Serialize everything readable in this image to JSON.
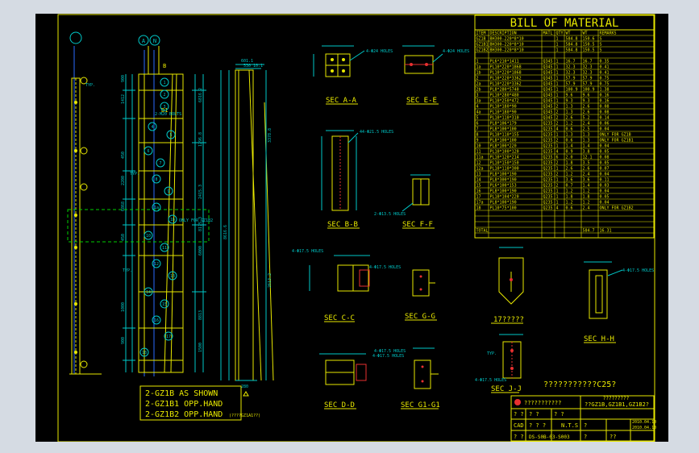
{
  "colors": {
    "background": "#000000",
    "frame": "#e8e800",
    "dimension": "#00c8c8",
    "geometry": "#e8e800",
    "bolts": "#e83030",
    "hidden": "#00d000",
    "markers": "#2a6cff",
    "outer_bg": "#d5dbe3"
  },
  "bom": {
    "title": "BILL  OF  MATERIAL",
    "headers": [
      "ITEM",
      "DESCRIPTION",
      "MATL",
      "QTY",
      "WT",
      "WT",
      "REMARKS"
    ],
    "rows": [
      [
        "GZ1B",
        "BH300-220*8*10",
        "",
        "1",
        "584.8",
        "150.6",
        "S"
      ],
      [
        "GZ1B1",
        "BH300-220*8*10",
        "",
        "1",
        "584.8",
        "150.5",
        "S"
      ],
      [
        "GZ1B2",
        "BH300-220*8*10",
        "",
        "1",
        "584.8",
        "150.5",
        "S"
      ],
      [
        "",
        "",
        "",
        "",
        "",
        "",
        ""
      ],
      [
        "1",
        "PL6*210*1411",
        "Q345",
        "1",
        "16.7",
        "16.7",
        "0.35"
      ],
      [
        "1a",
        "PL10*220*1868",
        "Q345",
        "1",
        "32.3",
        "32.3",
        "0.41"
      ],
      [
        "1b",
        "PL10*220*1868",
        "Q345",
        "1",
        "32.3",
        "32.3",
        "0.41"
      ],
      [
        "2",
        "PL10*220*3362",
        "Q345",
        "1",
        "57.9",
        "57.9",
        "0.75"
      ],
      [
        "2a",
        "PL10*220*3362",
        "Q345",
        "1",
        "57.9",
        "57.9",
        "0.75"
      ],
      [
        "2b",
        "PL8*280*5740",
        "Q345",
        "1",
        "100.9",
        "100.9",
        "1.38"
      ],
      [
        "3",
        "PL10*280*480",
        "Q345",
        "1",
        "9.6",
        "9.6",
        "0.16"
      ],
      [
        "3a",
        "PL10*250*472",
        "Q345",
        "1",
        "9.3",
        "9.3",
        "0.16"
      ],
      [
        "4",
        "PL10*180*90",
        "Q345",
        "2",
        "1.3",
        "2.6",
        "0.08"
      ],
      [
        "4a",
        "PL10*180*90",
        "Q345",
        "2",
        "1.3",
        "2.6",
        "0.08"
      ],
      [
        "5",
        "PL10*110*310",
        "Q345",
        "2",
        "2.6",
        "5.2",
        "0.14"
      ],
      [
        "6",
        "PL8*106*179",
        "Q235",
        "2",
        "1.2",
        "2.4",
        "0.06"
      ],
      [
        "7",
        "PL8*100*100",
        "Q235",
        "4",
        "0.6",
        "2.5",
        "0.04"
      ],
      [
        "8",
        "PL10*110*155",
        "Q235",
        "1",
        "1.3",
        "1.3",
        "ONLY FOR GZ1B"
      ],
      [
        "9",
        "PL8*100*100",
        "Q235",
        "2",
        "0.6",
        "1.3",
        "ONLY FOR GZ1B1"
      ],
      [
        "10",
        "PL8*100*220",
        "Q235",
        "1",
        "1.4",
        "1.4",
        "0.04"
      ],
      [
        "11",
        "PL10*100*120",
        "Q235",
        "4",
        "0.9",
        "3.8",
        "0.05"
      ],
      [
        "11a",
        "PL10*120*214",
        "Q235",
        "6",
        "2.0",
        "12.1",
        "0.08"
      ],
      [
        "12",
        "PL10*150*150",
        "Q235",
        "2",
        "1.8",
        "3.5",
        "0.05"
      ],
      [
        "12a",
        "PL10*110*300",
        "Q235",
        "1",
        "2.6",
        "2.6",
        "0.07"
      ],
      [
        "13",
        "PL8*100*190",
        "Q235",
        "2",
        "1.2",
        "2.4",
        "0.04"
      ],
      [
        "14",
        "PL8*300*190",
        "Q235",
        "1",
        "3.6",
        "3.6",
        "0.11"
      ],
      [
        "15",
        "PL6*100*153",
        "Q235",
        "2",
        "0.7",
        "1.4",
        "0.03"
      ],
      [
        "16",
        "PL8*100*190",
        "Q235",
        "1",
        "1.2",
        "1.2",
        "0.04"
      ],
      [
        "17",
        "PL10*104*220",
        "Q235",
        "1",
        "1.8",
        "1.8",
        "0.05"
      ],
      [
        "17a",
        "PL8*100*190",
        "Q235",
        "1",
        "1.2",
        "1.2",
        "0.04"
      ],
      [
        "18",
        "PL10*75*100",
        "Q235",
        "4",
        "0.6",
        "2.4",
        "ONLY FOR GZ1B2"
      ],
      [
        "",
        "",
        "",
        "",
        "",
        "",
        ""
      ],
      [
        "",
        "",
        "",
        "",
        "",
        "",
        ""
      ],
      [
        "",
        "",
        "",
        "",
        "",
        "",
        ""
      ],
      [
        "TOTAL",
        "",
        "",
        "",
        "",
        "584.7",
        "16.31"
      ],
      [
        "",
        "",
        "",
        "",
        "",
        "",
        ""
      ]
    ]
  },
  "sections": {
    "a": "SEC A-A",
    "e": "SEC E-E",
    "b": "SEC B-B",
    "f": "SEC F-F",
    "c": "SEC C-C",
    "g": "SEC G-G",
    "j17": "17?????",
    "h": "SEC H-H",
    "d": "SEC D-D",
    "g1": "SEC G1-G1",
    "j": "SEC J-J"
  },
  "annotations": {
    "bolts_a": "4-Φ24 HOLES",
    "bolts_e": "4-Φ24 HOLES",
    "bolts_b": "44-Φ21.5 HOLES",
    "bolts_f": "2-Φ13.5 HOLES",
    "bolts_c": "4-Φ17.5 HOLES",
    "bolts_c2": "4-Φ17.5 HOLES",
    "bolts_h": "4-Φ17.5 HOLES",
    "bolts_d": "4-Φ17.5 HOLES",
    "bolts_g1": "4-Φ17.5 HOLES",
    "bolts_j": "4-Φ17.5 HOLES",
    "only_for": "ONLY FOR GZ1B2",
    "typ": "TYP.",
    "typ2": "TYP.",
    "typ3": "TYP.",
    "typ4": "TYP.",
    "bolt_note": "2-M20 BOLTS",
    "dim_b": "B",
    "dim_b1": "B1"
  },
  "elevation": {
    "grid_a": "A",
    "grid_n": "N",
    "dims_left": [
      "900",
      "1412",
      "450",
      "2200",
      "6868",
      "450",
      "1000",
      "900"
    ],
    "dims_right": [
      "6816.2",
      "1296.8",
      "2415.3",
      "8175.3",
      "6000",
      "8813",
      "1500"
    ],
    "bubbles": [
      "1",
      "2",
      "3",
      "4",
      "5",
      "6",
      "7",
      "8",
      "9",
      "1a",
      "1b",
      "10",
      "11",
      "12",
      "13",
      "14",
      "15",
      "16",
      "17",
      "18"
    ]
  },
  "side": {
    "dims": [
      "601.1",
      "530",
      "10.1",
      "3378.8",
      "8616.6",
      "2613.2",
      "280"
    ]
  },
  "notes": {
    "line1": "2-GZ1B  AS SHOWN",
    "line2": "2-GZ1B1  OPP.HAND",
    "line3": "2-GZ1B2  OPP.HAND",
    "line3_suffix": "(????GZ1A1??)"
  },
  "titleblock": {
    "project": "???????????C25?",
    "company": "???????????",
    "drawing_name": "??GZ1B,GZ1B1,GZ1B2?",
    "drawing_name_top": "?????????",
    "cad": "CAD",
    "scale": "N.T.S",
    "drawing_no": "DS-S0B-03-S003",
    "date1": "2010.04.10",
    "date2": "2010.04.10",
    "q": "?",
    "qq": "? ?",
    "qqq": "? ? ?",
    "page": "??"
  }
}
